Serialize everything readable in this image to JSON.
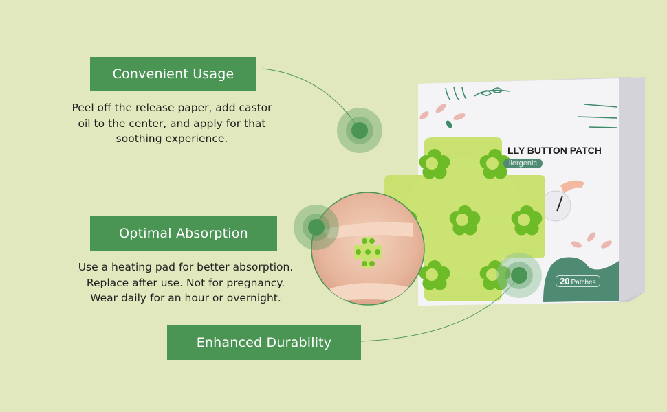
{
  "features": [
    {
      "title": "Convenient Usage",
      "description": [
        "Peel off the release paper, add castor",
        "oil to the center, and apply for that",
        "soothing experience."
      ]
    },
    {
      "title": "Optimal Absorption",
      "description": [
        "Use a heating pad for better absorption.",
        "Replace after use. Not for pregnancy.",
        "Wear daily for an hour or overnight."
      ]
    },
    {
      "title": "Enhanced Durability",
      "description": []
    }
  ],
  "product": {
    "box_title": "LLY BUTTON PATCH",
    "box_badge": "llergenic",
    "count_number": "20",
    "count_unit": "Patches"
  },
  "colors": {
    "background": "#e2e8bd",
    "label_green": "#4a9554",
    "box_teal": "#4f8a72",
    "patch_light": "#c5e06b",
    "patch_flower": "#6cbb27"
  }
}
